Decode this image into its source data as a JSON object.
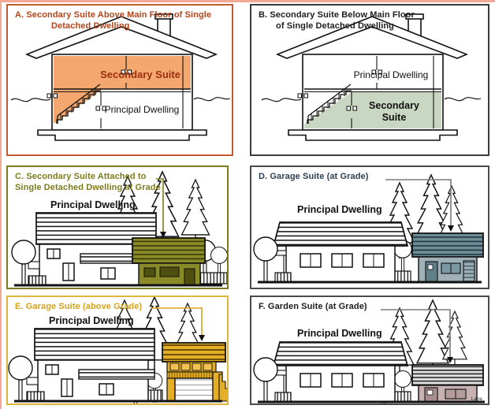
{
  "colors": {
    "edge_strip": "#F2A894",
    "line": "#1A1A1A",
    "leader_gray": "#7A7A7A",
    "panel_a_border": "#C25B2F",
    "panel_a_title": "#B3441A",
    "suite_a_fill": "#F4A870",
    "suite_a_label": "#9C2E10",
    "panel_b_border": "#3C3C3C",
    "panel_b_title": "#1E1E1E",
    "suite_b_fill": "#C9D6C1",
    "panel_c_border": "#7C7C1D",
    "panel_c_title": "#7C7C1D",
    "suite_c_fill": "#8A8A28",
    "suite_c_dark": "#4F4F0E",
    "panel_d_border": "#4A4A4A",
    "panel_d_title": "#2E4153",
    "suite_d_wall": "#9FB0B6",
    "suite_d_door": "#5F7F89",
    "suite_d_window": "#7C98A2",
    "panel_e_border": "#DDB43C",
    "panel_e_title": "#D2A31B",
    "suite_e_fill": "#E5AE27",
    "suite_e_pane": "#F2C14E",
    "panel_f_border": "#4A4A4A",
    "panel_f_title": "#1E1E1E",
    "suite_f_wall": "#C7B1B1",
    "suite_f_door": "#A78E90",
    "suite_f_window": "#B59C9C"
  },
  "panels": {
    "a": {
      "title1": "A. Secondary Suite Above Main Floor of Single",
      "title2": "Detached Dwelling",
      "secondary_label": "Secondary Suite",
      "principal_label": "Principal Dwelling"
    },
    "b": {
      "title1": "B. Secondary Suite Below Main Floor",
      "title2": "of Single Detached Dwelling",
      "principal_label": "Principal Dwelling",
      "secondary_label_line1": "Secondary",
      "secondary_label_line2": "Suite"
    },
    "c": {
      "title1": "C. Secondary Suite Attached to",
      "title2": "Single Detached Dwelling at Grade",
      "principal_label": "Principal Dwelling"
    },
    "d": {
      "title": "D. Garage Suite (at Grade)",
      "principal_label": "Principal Dwelling"
    },
    "e": {
      "title": "E. Garage Suite (above Grade)",
      "principal_label": "Principal Dwelling"
    },
    "f": {
      "title": "F. Garden Suite (at Grade)",
      "principal_label": "Principal Dwelling",
      "lane_label": "Lane"
    }
  }
}
